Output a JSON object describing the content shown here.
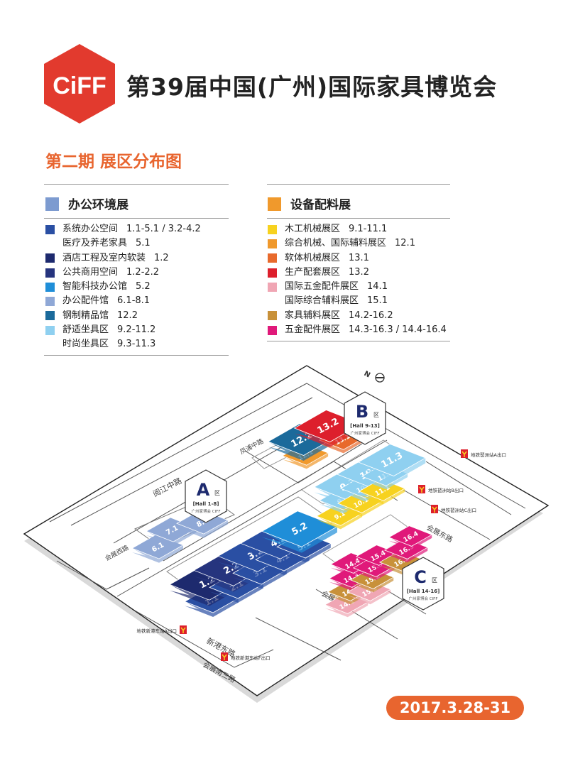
{
  "header": {
    "logo_text": "CiFF",
    "title": "第39届中国(广州)国际家具博览会",
    "subtitle": "第二期 展区分布图"
  },
  "colors": {
    "brand_red": "#e23a2e",
    "accent_orange": "#e8652f",
    "office_group": "#7d9bd0",
    "equipment_group": "#f0992c"
  },
  "legend_left": {
    "category": "办公环境展",
    "color": "#7d9bd0",
    "items": [
      {
        "name": "系统办公空间",
        "range": "1.1-5.1 / 3.2-4.2",
        "color": "#2a4fa3"
      },
      {
        "name": "医疗及养老家具",
        "range": "5.1",
        "color": ""
      },
      {
        "name": "酒店工程及室内软装",
        "range": "1.2",
        "color": "#1d2a6e"
      },
      {
        "name": "公共商用空间",
        "range": "1.2-2.2",
        "color": "#26347e"
      },
      {
        "name": "智能科技办公馆",
        "range": "5.2",
        "color": "#1f8ed8"
      },
      {
        "name": "办公配件馆",
        "range": "6.1-8.1",
        "color": "#8fa8d6"
      },
      {
        "name": "钢制精品馆",
        "range": "12.2",
        "color": "#1b6a9b"
      },
      {
        "name": "舒适坐具区",
        "range": "9.2-11.2",
        "color": "#8fd0f0"
      },
      {
        "name": "时尚坐具区",
        "range": "9.3-11.3",
        "color": ""
      }
    ]
  },
  "legend_right": {
    "category": "设备配料展",
    "color": "#f0992c",
    "items": [
      {
        "name": "木工机械展区",
        "range": "9.1-11.1",
        "color": "#f7d21f"
      },
      {
        "name": "综合机械、国际辅料展区",
        "range": "12.1",
        "color": "#f0992c"
      },
      {
        "name": "软体机械展区",
        "range": "13.1",
        "color": "#e86a2c"
      },
      {
        "name": "生产配套展区",
        "range": "13.2",
        "color": "#dd1f2c"
      },
      {
        "name": "国际五金配件展区",
        "range": "14.1",
        "color": "#f0a6b4"
      },
      {
        "name": "国际综合辅料展区",
        "range": "15.1",
        "color": ""
      },
      {
        "name": "家具辅料展区",
        "range": "14.2-16.2",
        "color": "#c8913a"
      },
      {
        "name": "五金配件展区",
        "range": "14.3-16.3 / 14.4-16.4",
        "color": "#e0197a"
      }
    ]
  },
  "map": {
    "compass": "N",
    "zones": [
      {
        "letter": "A",
        "suffix": "区",
        "halls": "[Hall 1-8]",
        "org": "广州家博会 CIFF"
      },
      {
        "letter": "B",
        "suffix": "区",
        "halls": "[Hall 9-13]",
        "org": "广州家博会 CIFF"
      },
      {
        "letter": "C",
        "suffix": "区",
        "halls": "[Hall 14-16]",
        "org": "广州家博会 CIFF"
      }
    ],
    "roads": [
      "阅江中路",
      "新港东路",
      "凤浦中路",
      "会展西路",
      "会展东路",
      "会展南二路",
      "会展南三路"
    ],
    "metro_exits": [
      "地铁琶洲站A出口",
      "地铁琶洲站B出口",
      "地铁琶洲站C出口",
      "地铁新港东站A出口",
      "地铁新港东站F出口"
    ],
    "halls": [
      {
        "label": "1.1",
        "color": "#2a4fa3"
      },
      {
        "label": "1.2",
        "color": "#1d2a6e"
      },
      {
        "label": "2.1",
        "color": "#2a4fa3"
      },
      {
        "label": "2.2",
        "color": "#26347e"
      },
      {
        "label": "3.1",
        "color": "#2a4fa3"
      },
      {
        "label": "3.2",
        "color": "#2a4fa3"
      },
      {
        "label": "4.1",
        "color": "#2a4fa3"
      },
      {
        "label": "4.2",
        "color": "#2a4fa3"
      },
      {
        "label": "5.1",
        "color": "#2a4fa3"
      },
      {
        "label": "5.2",
        "color": "#1f8ed8"
      },
      {
        "label": "6.1",
        "color": "#8fa8d6"
      },
      {
        "label": "7.1",
        "color": "#8fa8d6"
      },
      {
        "label": "8.1",
        "color": "#8fa8d6"
      },
      {
        "label": "9.1",
        "color": "#f7d21f"
      },
      {
        "label": "9.2",
        "color": "#8fd0f0"
      },
      {
        "label": "9.3",
        "color": "#8fd0f0"
      },
      {
        "label": "10.1",
        "color": "#f7d21f"
      },
      {
        "label": "10.2",
        "color": "#8fd0f0"
      },
      {
        "label": "10.3",
        "color": "#8fd0f0"
      },
      {
        "label": "11.1",
        "color": "#f7d21f"
      },
      {
        "label": "11.2",
        "color": "#8fd0f0"
      },
      {
        "label": "11.3",
        "color": "#8fd0f0"
      },
      {
        "label": "12.1",
        "color": "#f0992c"
      },
      {
        "label": "12.2",
        "color": "#1b6a9b"
      },
      {
        "label": "13.1",
        "color": "#e86a2c"
      },
      {
        "label": "13.2",
        "color": "#dd1f2c"
      },
      {
        "label": "14.1",
        "color": "#f0a6b4"
      },
      {
        "label": "14.2",
        "color": "#c8913a"
      },
      {
        "label": "14.3",
        "color": "#e0197a"
      },
      {
        "label": "14.4",
        "color": "#e0197a"
      },
      {
        "label": "15.1",
        "color": "#f0a6b4"
      },
      {
        "label": "15.2",
        "color": "#c8913a"
      },
      {
        "label": "15.3",
        "color": "#e0197a"
      },
      {
        "label": "15.4",
        "color": "#e0197a"
      },
      {
        "label": "16.2",
        "color": "#c8913a"
      },
      {
        "label": "16.3",
        "color": "#e0197a"
      },
      {
        "label": "16.4",
        "color": "#e0197a"
      }
    ]
  },
  "footer": {
    "date": "2017.3.28-31"
  }
}
